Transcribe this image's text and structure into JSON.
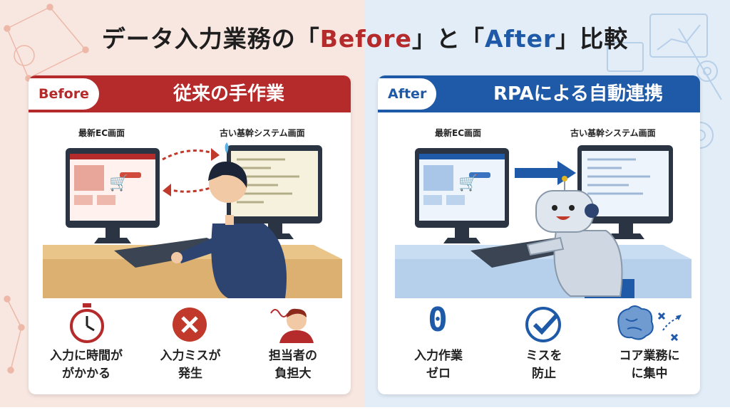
{
  "title": {
    "prefix": "データ入力業務の「",
    "before": "Before",
    "mid": "」と「",
    "after": "After",
    "suffix": "」比較"
  },
  "before": {
    "badge": "Before",
    "heading": "従来の手作業",
    "screen_new": "最新EC画面",
    "screen_old": "古い基幹システム画面",
    "points": [
      {
        "icon": "stopwatch-icon",
        "lines": [
          "入力に時間が",
          "がかかる"
        ]
      },
      {
        "icon": "x-circle-icon",
        "lines": [
          "入力ミスが",
          "発生"
        ]
      },
      {
        "icon": "stressed-person-icon",
        "lines": [
          "担当者の",
          "負担大"
        ]
      }
    ]
  },
  "after": {
    "badge": "After",
    "heading": "RPAによる自動連携",
    "screen_new": "最新EC画面",
    "screen_old": "古い基幹システム画面",
    "zero": "0",
    "points": [
      {
        "icon": "zero-icon",
        "lines": [
          "入力作業",
          "ゼロ"
        ]
      },
      {
        "icon": "check-circle-icon",
        "lines": [
          "ミスを",
          "防止"
        ]
      },
      {
        "icon": "brain-strategy-icon",
        "lines": [
          "コア業務に",
          "に集中"
        ]
      }
    ]
  },
  "colors": {
    "before_accent": "#b52a2a",
    "after_accent": "#1f5aa8",
    "before_bg": "#f8e6e1",
    "after_bg": "#e2edf8"
  }
}
